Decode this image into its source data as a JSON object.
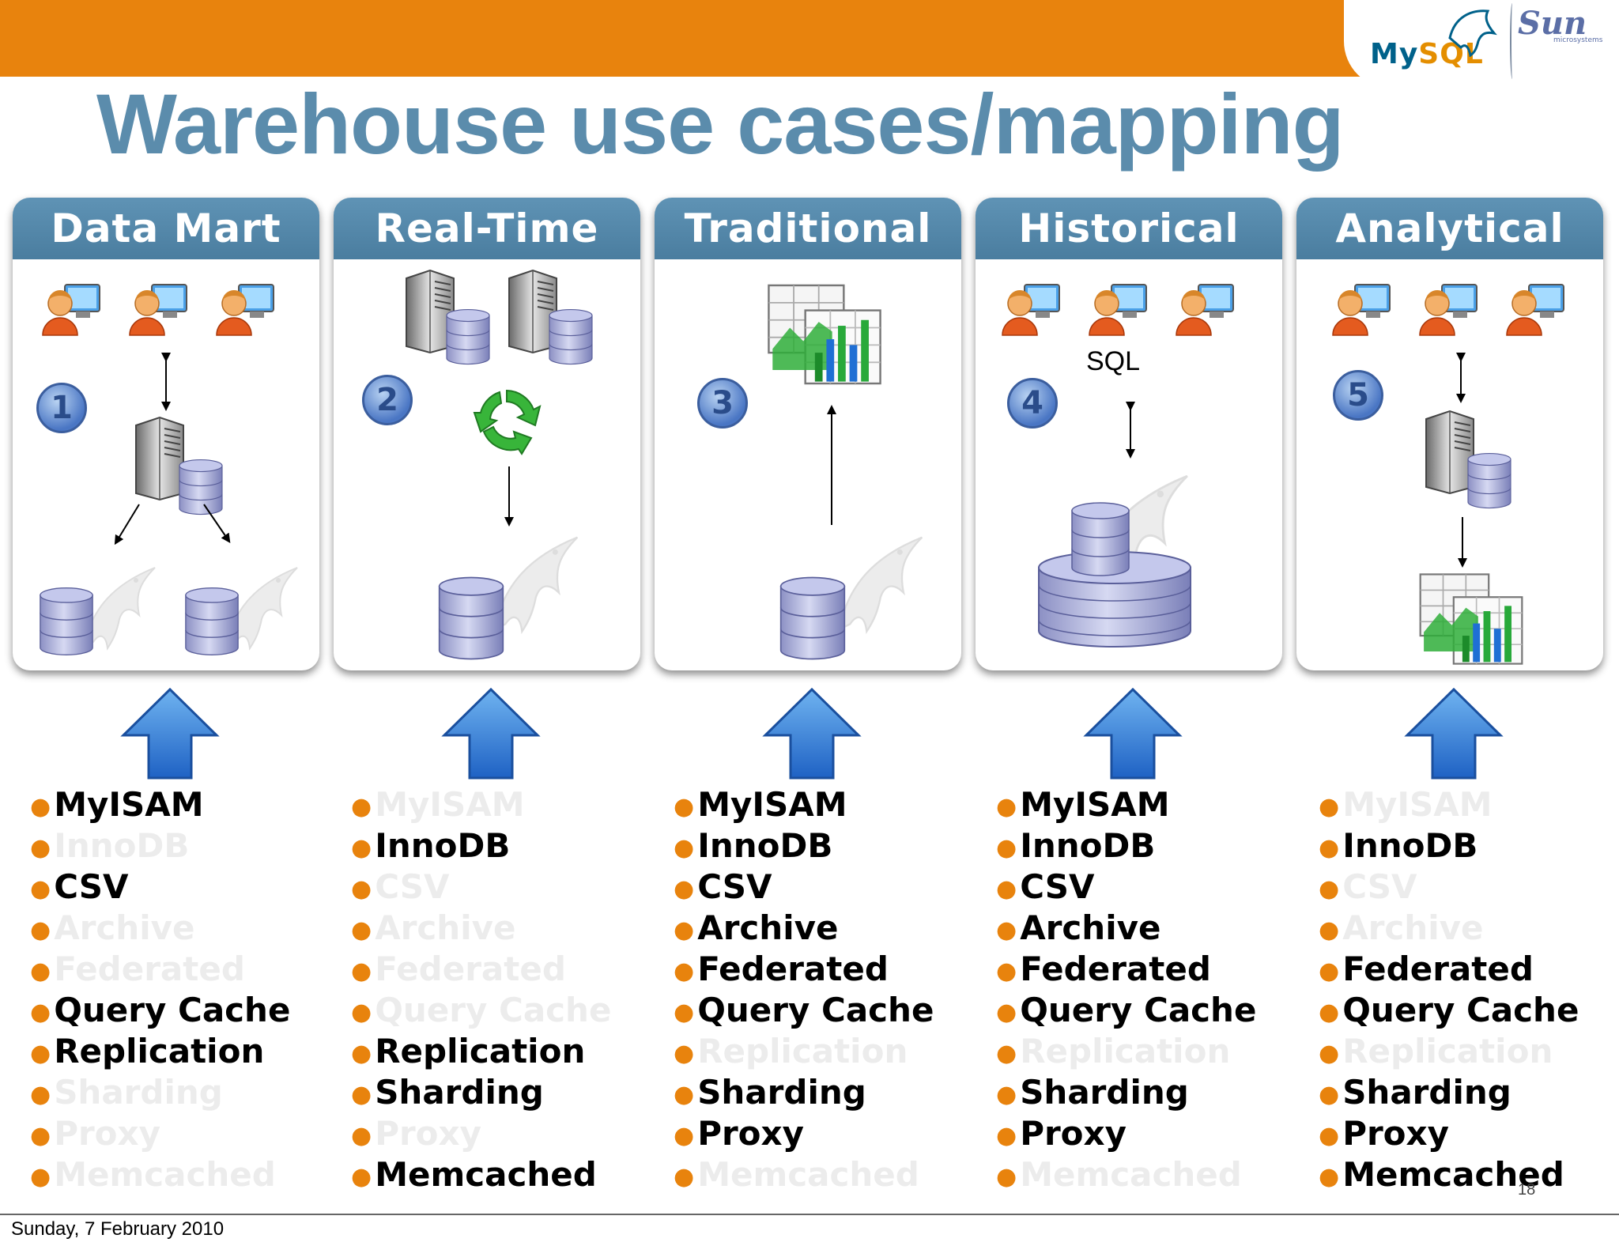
{
  "slide": {
    "title": "Warehouse use cases/mapping",
    "footer_date": "Sunday, 7 February 2010",
    "page_number": "18",
    "sql_label": "SQL",
    "logos": {
      "mysql_prefix": "My",
      "mysql_suffix": "SQL",
      "sun": "Sun",
      "sun_sub": "microsystems"
    }
  },
  "colors": {
    "top_bar": "#e8830d",
    "header": "#5b8cac",
    "bullet": "#e8830d",
    "disabled_text": "#ececec"
  },
  "columns": [
    {
      "header": "Data Mart",
      "number": "1",
      "features": [
        {
          "label": "MyISAM",
          "enabled": true
        },
        {
          "label": "InnoDB",
          "enabled": false
        },
        {
          "label": "CSV",
          "enabled": true
        },
        {
          "label": "Archive",
          "enabled": false
        },
        {
          "label": "Federated",
          "enabled": false
        },
        {
          "label": "Query Cache",
          "enabled": true
        },
        {
          "label": "Replication",
          "enabled": true
        },
        {
          "label": "Sharding",
          "enabled": false
        },
        {
          "label": "Proxy",
          "enabled": false
        },
        {
          "label": "Memcached",
          "enabled": false
        }
      ]
    },
    {
      "header": "Real-Time",
      "number": "2",
      "features": [
        {
          "label": "MyISAM",
          "enabled": false
        },
        {
          "label": "InnoDB",
          "enabled": true
        },
        {
          "label": "CSV",
          "enabled": false
        },
        {
          "label": "Archive",
          "enabled": false
        },
        {
          "label": "Federated",
          "enabled": false
        },
        {
          "label": "Query Cache",
          "enabled": false
        },
        {
          "label": "Replication",
          "enabled": true
        },
        {
          "label": "Sharding",
          "enabled": true
        },
        {
          "label": "Proxy",
          "enabled": false
        },
        {
          "label": "Memcached",
          "enabled": true
        }
      ]
    },
    {
      "header": "Traditional",
      "number": "3",
      "features": [
        {
          "label": "MyISAM",
          "enabled": true
        },
        {
          "label": "InnoDB",
          "enabled": true
        },
        {
          "label": "CSV",
          "enabled": true
        },
        {
          "label": "Archive",
          "enabled": true
        },
        {
          "label": "Federated",
          "enabled": true
        },
        {
          "label": "Query Cache",
          "enabled": true
        },
        {
          "label": "Replication",
          "enabled": false
        },
        {
          "label": "Sharding",
          "enabled": true
        },
        {
          "label": "Proxy",
          "enabled": true
        },
        {
          "label": "Memcached",
          "enabled": false
        }
      ]
    },
    {
      "header": "Historical",
      "number": "4",
      "features": [
        {
          "label": "MyISAM",
          "enabled": true
        },
        {
          "label": "InnoDB",
          "enabled": true
        },
        {
          "label": "CSV",
          "enabled": true
        },
        {
          "label": "Archive",
          "enabled": true
        },
        {
          "label": "Federated",
          "enabled": true
        },
        {
          "label": "Query Cache",
          "enabled": true
        },
        {
          "label": "Replication",
          "enabled": false
        },
        {
          "label": "Sharding",
          "enabled": true
        },
        {
          "label": "Proxy",
          "enabled": true
        },
        {
          "label": "Memcached",
          "enabled": false
        }
      ]
    },
    {
      "header": "Analytical",
      "number": "5",
      "features": [
        {
          "label": "MyISAM",
          "enabled": false
        },
        {
          "label": "InnoDB",
          "enabled": true
        },
        {
          "label": "CSV",
          "enabled": false
        },
        {
          "label": "Archive",
          "enabled": false
        },
        {
          "label": "Federated",
          "enabled": true
        },
        {
          "label": "Query Cache",
          "enabled": true
        },
        {
          "label": "Replication",
          "enabled": false
        },
        {
          "label": "Sharding",
          "enabled": true
        },
        {
          "label": "Proxy",
          "enabled": true
        },
        {
          "label": "Memcached",
          "enabled": true
        }
      ]
    }
  ]
}
